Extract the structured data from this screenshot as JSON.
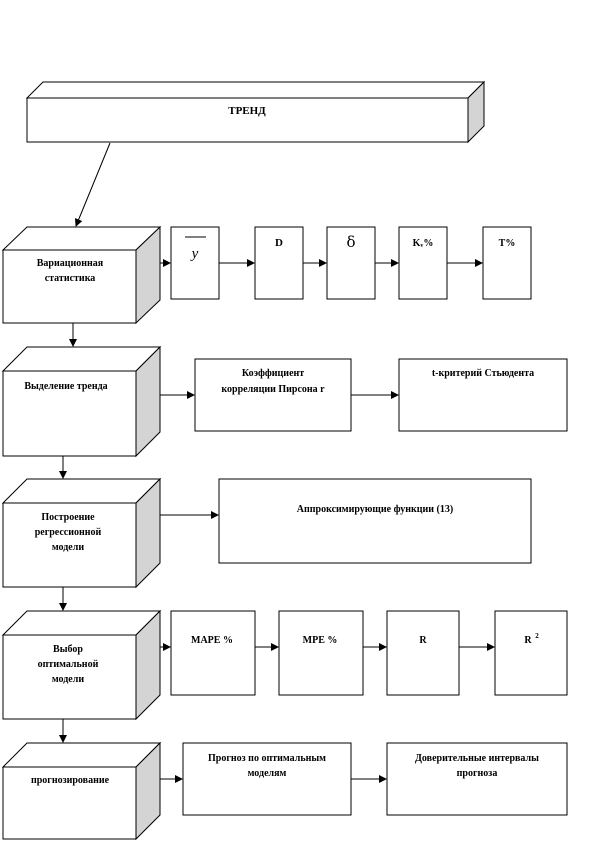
{
  "nodes": {
    "trend": "ТРЕНД",
    "variation": [
      "Вариационная",
      "статистика"
    ],
    "trend_detect": "Выделение тренда",
    "regression": [
      "Построение",
      "регрессионной",
      "модели"
    ],
    "optimal": [
      "Выбор",
      "оптимальной",
      "модели"
    ],
    "forecasting": "прогнозирование",
    "ybar": "y",
    "d": "D",
    "delta": "δ",
    "kv": "Kᵥ%",
    "t": "T%",
    "pearson": [
      "Коэффициент",
      "корреляции Пирсона r"
    ],
    "student": "t-критерий Стьюдента",
    "approx": "Аппроксимирующие функции (13)",
    "mape": "MAPE %",
    "mpe": "MPE %",
    "r": "R",
    "r2": "R",
    "r2_sup": "2",
    "forecast_opt": [
      "Прогноз по оптимальным",
      "моделям"
    ],
    "conf_int": [
      "Доверительные интервалы",
      "прогноза"
    ]
  }
}
